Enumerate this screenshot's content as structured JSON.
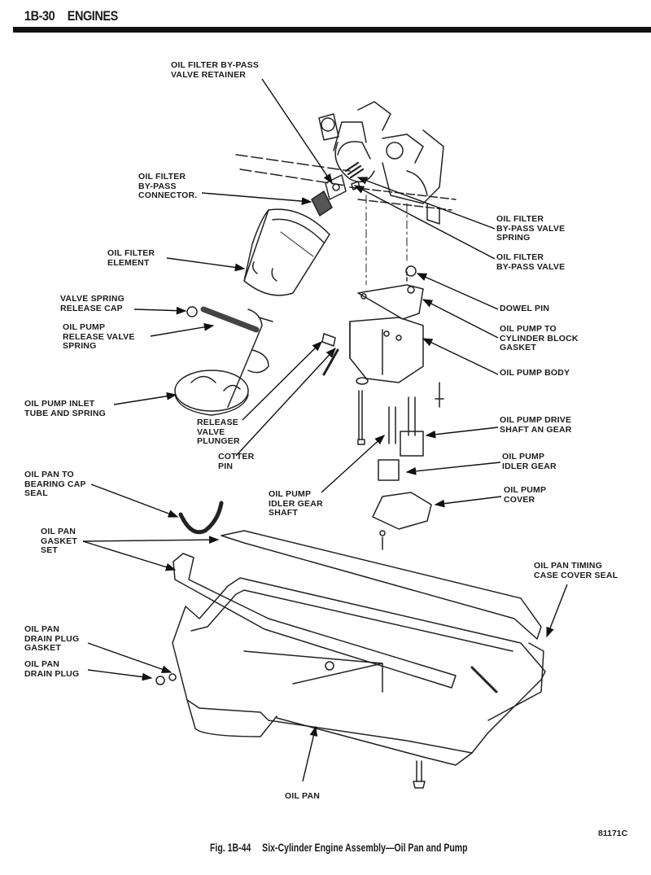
{
  "header": {
    "section": "1B-30",
    "title": "ENGINES"
  },
  "labels": {
    "bypass_retainer": "OIL FILTER BY-PASS\nVALVE RETAINER",
    "bypass_connector": "OIL FILTER\nBY-PASS\nCONNECTOR.",
    "filter_element": "OIL FILTER\nELEMENT",
    "valve_spring_cap": "VALVE SPRING\nRELEASE CAP",
    "release_valve_spring": "OIL PUMP\nRELEASE VALVE\nSPRING",
    "inlet_tube": "OIL PUMP INLET\nTUBE AND SPRING",
    "release_plunger": "RELEASE\nVALVE\nPLUNGER",
    "cotter_pin": "COTTER\nPIN",
    "bearing_cap_seal": "OIL PAN TO\nBEARING CAP\nSEAL",
    "idler_gear_shaft": "OIL PUMP\nIDLER GEAR\nSHAFT",
    "gasket_set": "OIL PAN\nGASKET\nSET",
    "drain_plug_gasket": "OIL PAN\nDRAIN PLUG\nGASKET",
    "drain_plug": "OIL PAN\nDRAIN PLUG",
    "oil_pan": "OIL PAN",
    "bypass_valve_spring": "OIL FILTER\nBY-PASS VALVE\nSPRING",
    "bypass_valve": "OIL FILTER\nBY-PASS VALVE",
    "dowel_pin": "DOWEL PIN",
    "block_gasket": "OIL PUMP TO\nCYLINDER BLOCK\nGASKET",
    "pump_body": "OIL PUMP BODY",
    "drive_shaft_gear": "OIL PUMP DRIVE\nSHAFT AN GEAR",
    "idler_gear": "OIL PUMP\nIDLER GEAR",
    "pump_cover": "OIL PUMP\nCOVER",
    "timing_cover_seal": "OIL PAN TIMING\nCASE COVER SEAL"
  },
  "caption": {
    "figure": "Fig. 1B-44",
    "text": "Six-Cylinder Engine Assembly—Oil Pan and Pump"
  },
  "drawing_code": "81171C"
}
